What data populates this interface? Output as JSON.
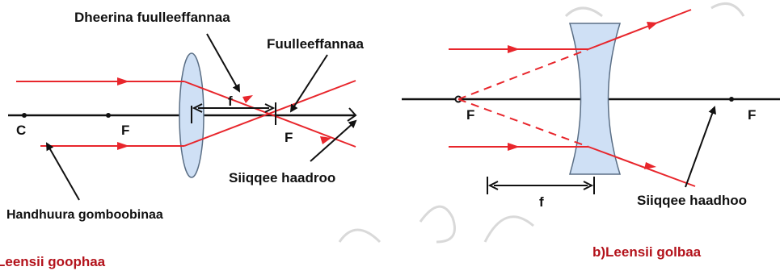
{
  "colors": {
    "ray": "#e8262c",
    "axis": "#111111",
    "lens_fill": "#cfe0f5",
    "lens_stroke": "#5b6f86",
    "caption": "#b3121b",
    "watermark": "#d9d9d9"
  },
  "convex": {
    "label_focal_length": "Dheerina fuulleeffannaa",
    "label_focal_point": "Fuulleeffannaa",
    "label_f": "f",
    "label_C": "C",
    "label_F_left": "F",
    "label_F_right": "F",
    "label_principal_focus": "Siiqqee haadroo",
    "label_center_curvature": "Handhuura gomboobinaa",
    "caption": "Leensii goophaa"
  },
  "concave": {
    "label_F_left": "F",
    "label_F_right": "F",
    "label_f": "f",
    "label_principal_axis": "Siiqqee haadhoo",
    "caption": "b)Leensii golbaa"
  }
}
